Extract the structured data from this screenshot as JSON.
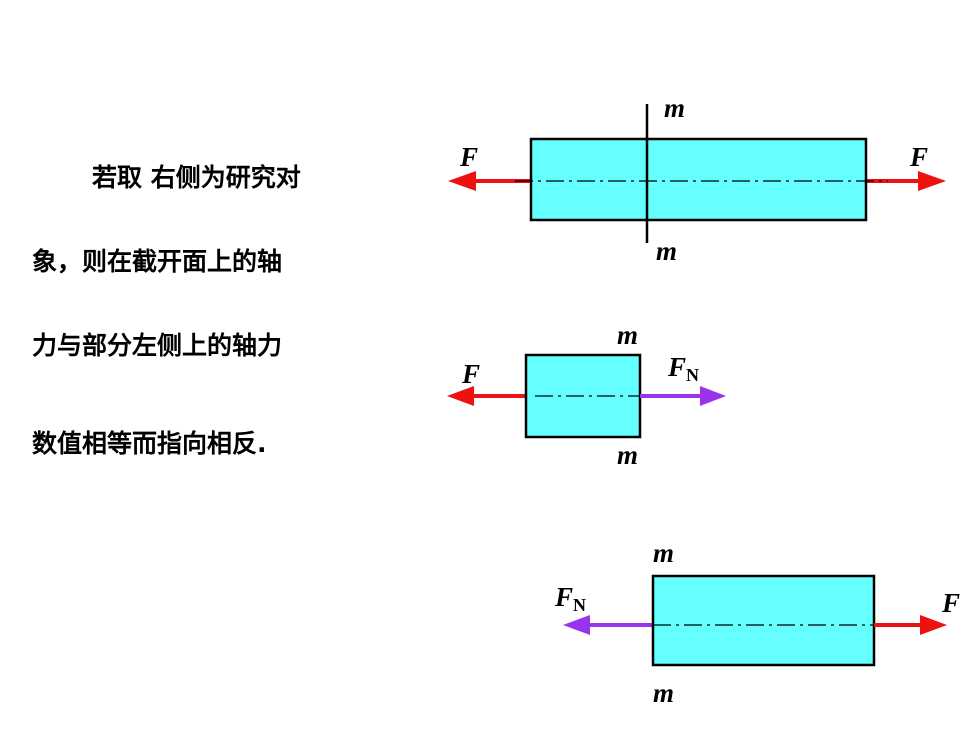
{
  "text": {
    "line1": "若取 右侧为研究对",
    "line2": "象，则在截开面上的轴",
    "line3": "力与部分左侧上的轴力",
    "line4": "数值相等而指向相反."
  },
  "labels": {
    "section": "m",
    "force": "F",
    "axial_force_main": "F",
    "axial_force_sub": "N"
  },
  "colors": {
    "bar_fill": "#66FFFF",
    "applied_force": "#EE1111",
    "axial_force": "#9933EE"
  }
}
